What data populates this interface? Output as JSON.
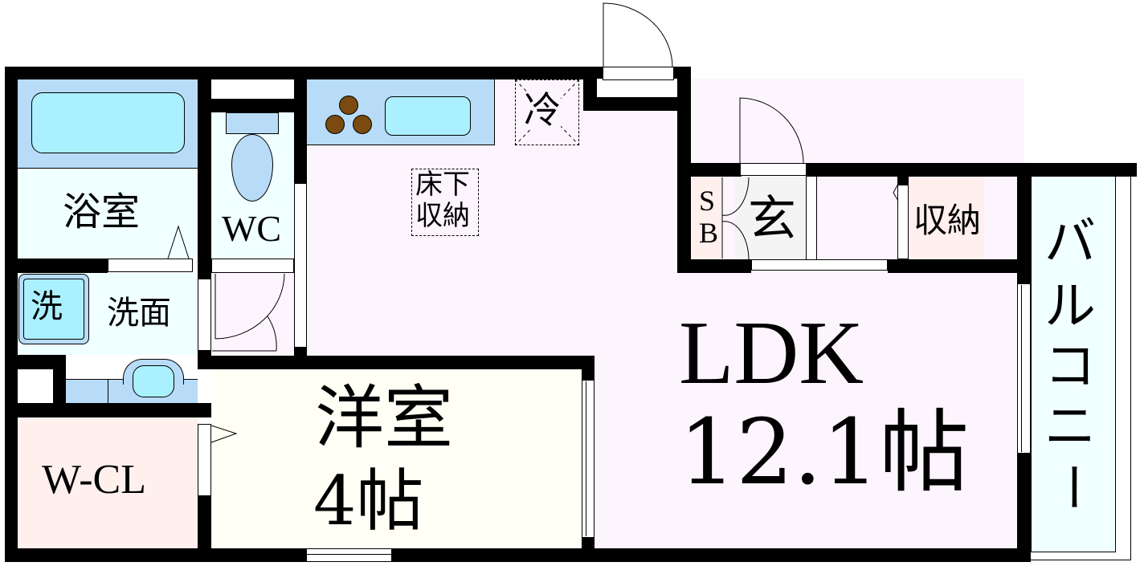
{
  "floorplan": {
    "colors": {
      "wall": "#000000",
      "bath": "#b8dcf8",
      "fixture": "#aaf0ff",
      "wet_floor": "#f0ffff",
      "ldk": "#fdf5fd",
      "western": "#fffff5",
      "closet": "#fff0ee",
      "entrance": "#f4f4f4",
      "stove": "#7a4a10"
    },
    "rooms": {
      "bath": "浴室",
      "wc": "WC",
      "washroom": "洗面",
      "washer": "洗",
      "wcl": "W-CL",
      "western_name": "洋室",
      "western_size": "4帖",
      "ldk_name": "LDK",
      "ldk_size": "12.1帖",
      "fridge": "冷",
      "underfloor_line1": "床下",
      "underfloor_line2": "収納",
      "shoebox_s": "S",
      "shoebox_b": "B",
      "entrance": "玄",
      "storage": "収納",
      "balcony": [
        "バ",
        "ル",
        "コ",
        "ニ",
        "ー"
      ]
    }
  }
}
